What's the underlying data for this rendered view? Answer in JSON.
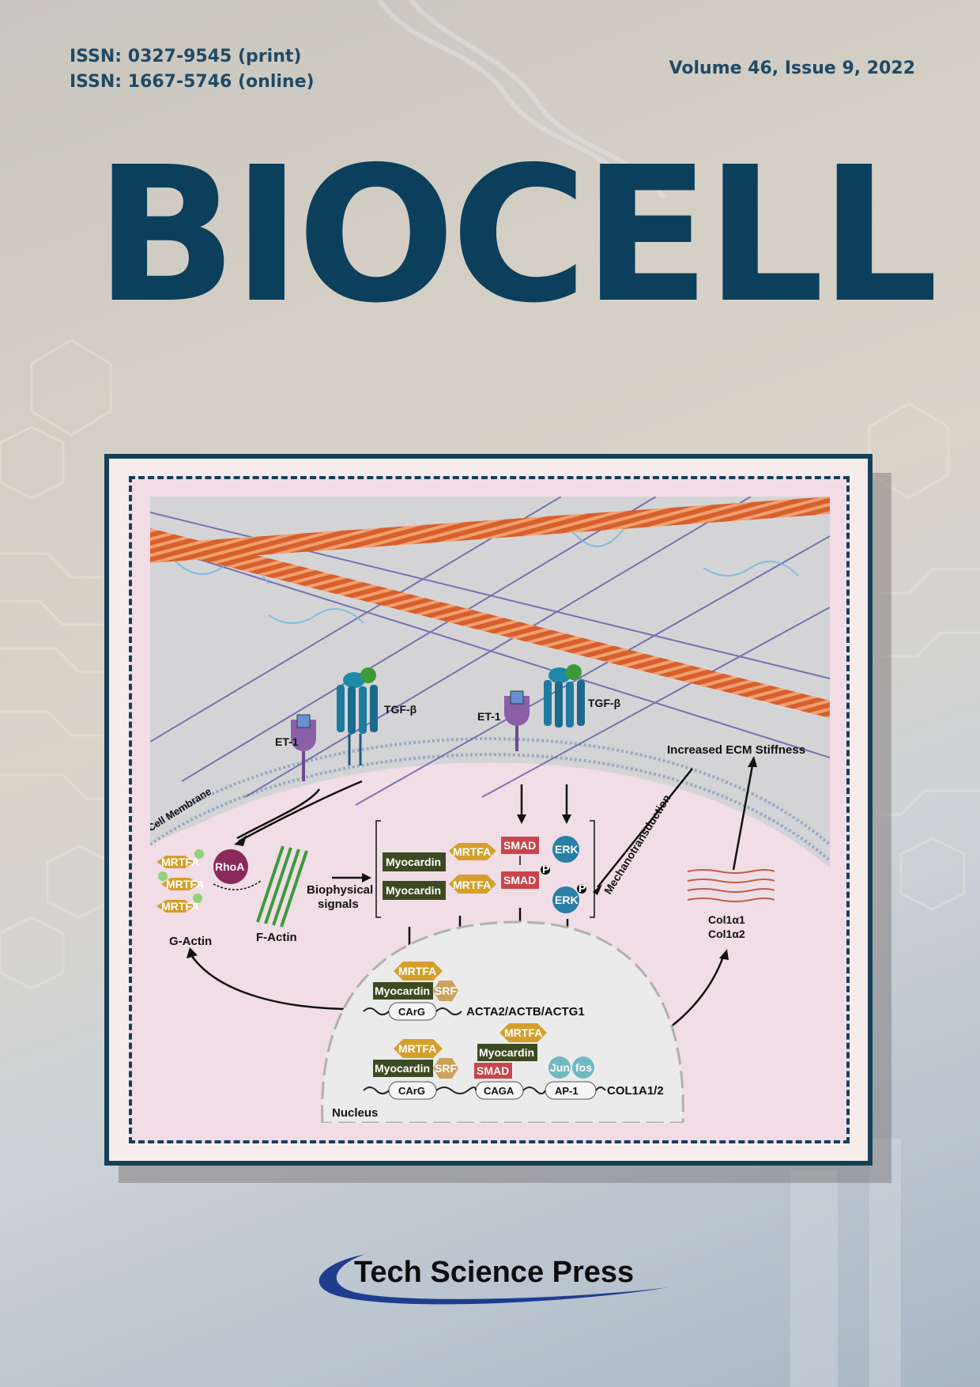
{
  "journal": {
    "issn_print": "ISSN: 0327-9545 (print)",
    "issn_online": "ISSN: 1667-5746 (online)",
    "volume_issue": "Volume 46, Issue 9, 2022",
    "title": "BIOCELL"
  },
  "figure": {
    "labels": {
      "et1_left": "ET-1",
      "tgfb_left": "TGF-β",
      "et1_right": "ET-1",
      "tgfb_right": "TGF-β",
      "cell_membrane": "Cell Membrane",
      "increased_ecm": "Increased ECM Stiffness",
      "mechanotransduction": "Mechanotransduction",
      "rhoa": "RhoA",
      "g_actin": "G-Actin",
      "f_actin": "F-Actin",
      "biophysical_1": "Biophysical",
      "biophysical_2": "signals",
      "myocardin": "Myocardin",
      "mrtfa": "MRTFA",
      "smad": "SMAD",
      "erk": "ERK",
      "srf": "SRF",
      "carg": "CArG",
      "caga": "CAGA",
      "ap1": "AP-1",
      "jun": "Jun",
      "fos": "fos",
      "p": "P",
      "acta2": "ACTA2/ACTB/ACTG1",
      "col1a12": "COL1A1/2",
      "col1a1": "Col1α1",
      "col1a2": "Col1α2",
      "nucleus": "Nucleus"
    }
  },
  "publisher": {
    "name": "Tech Science Press"
  },
  "colors": {
    "masthead": "#0c3f5c",
    "frame": "#163f58",
    "myocardin": "#3c4a22",
    "mrtfa": "#d4a02c",
    "smad": "#c9444b",
    "erk": "#2a7fa6",
    "rhoa": "#8a2a5a",
    "jun_fos": "#6fb9c0"
  }
}
